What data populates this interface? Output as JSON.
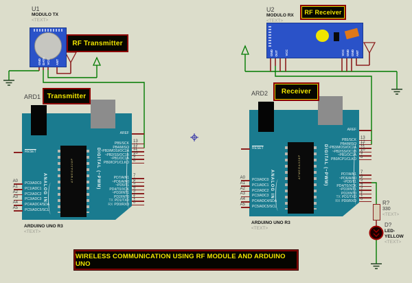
{
  "colors": {
    "background": "#dcddcb",
    "board": "#1a7b8f",
    "module_blue": "#2a52c8",
    "wire_green": "#007a00",
    "pin_red": "#8b1f1f",
    "tag_text": "#f0e400"
  },
  "icons": {
    "ground": "ground-symbol",
    "power": "power-terminal-arrow",
    "antenna": "antenna-symbol",
    "origin": "origin-marker"
  },
  "modules": {
    "tx": {
      "ref": "U1",
      "value": "MODULO TX",
      "text_placeholder": "<TEXT>",
      "pins": [
        "GND",
        "DATA",
        "VCC",
        "ANT"
      ],
      "tag": "RF Transmitter"
    },
    "rx": {
      "ref": "U2",
      "value": "MODULO RX",
      "text_placeholder": "<TEXT>",
      "pins_left": [
        "GND",
        "OUT",
        "",
        "VCC"
      ],
      "pins_right": [
        "VCC",
        "GND",
        "GND",
        "ANT"
      ],
      "tag": "RF Receiver"
    }
  },
  "arduino": {
    "model": "ARDUINO UNO R3",
    "text_placeholder": "<TEXT>",
    "aref_label": "AREF",
    "reset_label": "RESET",
    "analog_group_label": "ANALOG IN",
    "digital_group_label": "DIGITAL (~PWM)",
    "chip_label": "ATMEGA328P",
    "left_pins": [
      {
        "num": "A0",
        "label": "PC0/ADC0"
      },
      {
        "num": "A1",
        "label": "PC1/ADC1"
      },
      {
        "num": "A2",
        "label": "PC2/ADC2"
      },
      {
        "num": "A3",
        "label": "PC3/ADC3"
      },
      {
        "num": "A4",
        "label": "PC4/ADC4/SDA"
      },
      {
        "num": "A5",
        "label": "PC5/ADC5/SCL"
      }
    ],
    "right_pins_top": [
      {
        "num": "13",
        "label": "PB5/SCK"
      },
      {
        "num": "12",
        "label": "PB4/MISO"
      },
      {
        "num": "11",
        "label": "~PB3/MOSI/OC2A"
      },
      {
        "num": "10",
        "label": "~PB2/SS/OC1B"
      },
      {
        "num": "9",
        "label": "~PB1/OC1A"
      },
      {
        "num": "8",
        "label": "PB0/ICP1/CLKO"
      }
    ],
    "right_pins_bottom": [
      {
        "num": "7",
        "label": "PD7/AIN1"
      },
      {
        "num": "6",
        "label": "~PD6/AIN0"
      },
      {
        "num": "5",
        "label": "~PD5/T1"
      },
      {
        "num": "4",
        "label": "PD4/T0/XCK"
      },
      {
        "num": "3",
        "label": "~PD3/INT1"
      },
      {
        "num": "2",
        "label": "PD2/INT0"
      },
      {
        "num": "1",
        "label": "PD1/TXD",
        "prefix": "TX"
      },
      {
        "num": "0",
        "label": "PD0/RXD",
        "prefix": "RX"
      }
    ],
    "instances": [
      {
        "ref": "ARD1",
        "tag": "Transmitter"
      },
      {
        "ref": "ARD2",
        "tag": "Receiver"
      }
    ]
  },
  "parts": {
    "resistor": {
      "ref": "R?",
      "value": "330",
      "text_placeholder": "<TEXT>"
    },
    "led": {
      "ref": "D?",
      "value": "LED-YELLOW",
      "text_placeholder": "<TEXT>"
    }
  },
  "banner": "WIRELESS COMMUNICATION USING RF MODULE AND ARDUINO UNO"
}
